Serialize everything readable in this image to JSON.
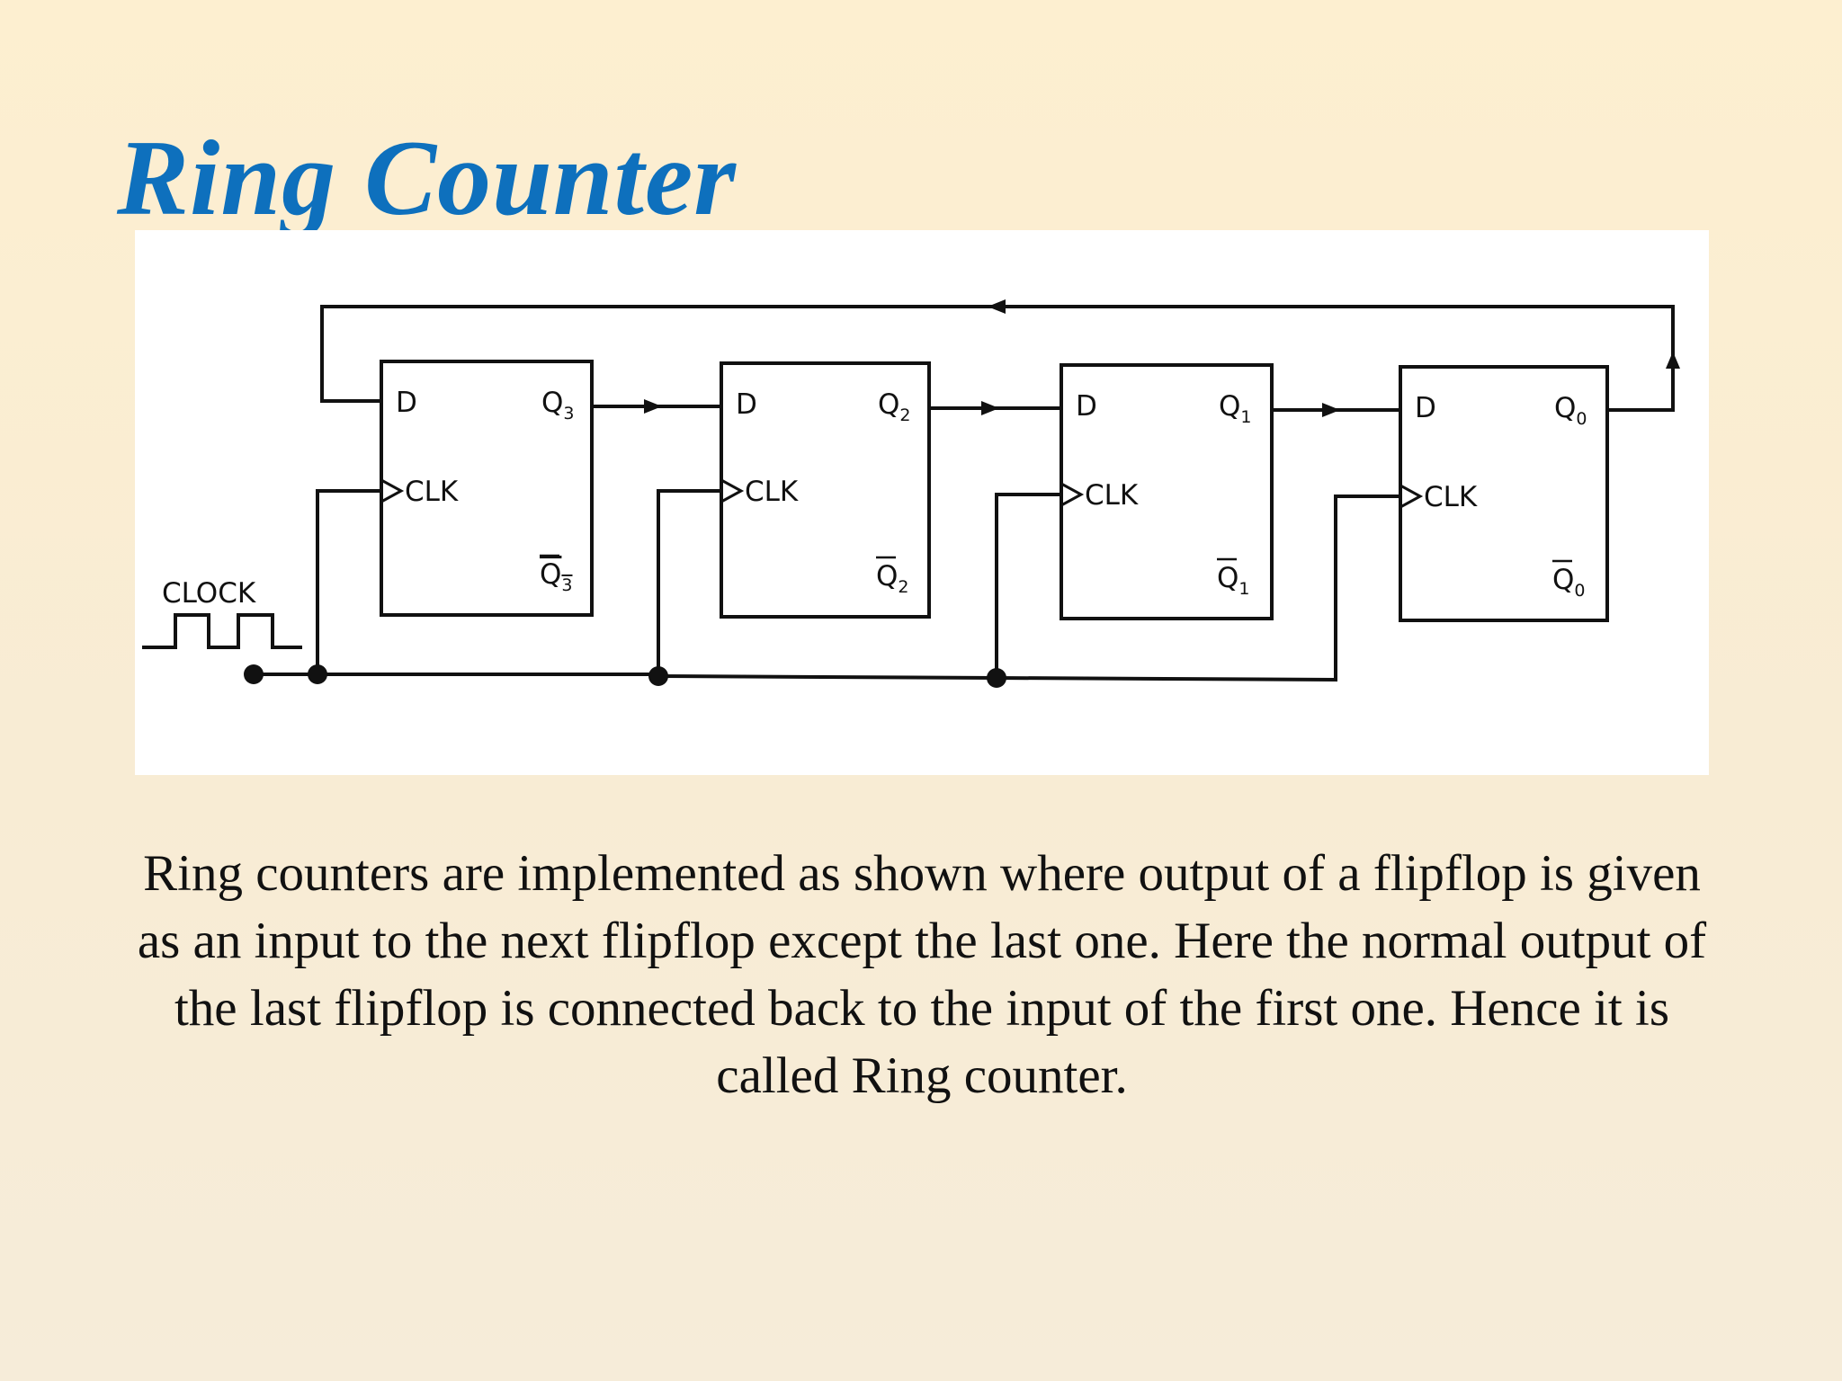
{
  "slide": {
    "title": "Ring Counter",
    "description": "Ring counters are implemented as shown where output of a flipflop is given as an input to the next flipflop except the last one. Here the normal output of the last flipflop is connected back to the input of the first one. Hence it is called Ring counter."
  },
  "diagram": {
    "clock_label": "CLOCK",
    "flipflops": [
      {
        "d_label": "D",
        "clk_label": "CLK",
        "q_main": "Q",
        "q_sub": "3",
        "qbar_main": "Q",
        "qbar_sub": "3"
      },
      {
        "d_label": "D",
        "clk_label": "CLK",
        "q_main": "Q",
        "q_sub": "2",
        "qbar_main": "Q",
        "qbar_sub": "2"
      },
      {
        "d_label": "D",
        "clk_label": "CLK",
        "q_main": "Q",
        "q_sub": "1",
        "qbar_main": "Q",
        "qbar_sub": "1"
      },
      {
        "d_label": "D",
        "clk_label": "CLK",
        "q_main": "Q",
        "q_sub": "0",
        "qbar_main": "Q",
        "qbar_sub": "0"
      }
    ]
  }
}
